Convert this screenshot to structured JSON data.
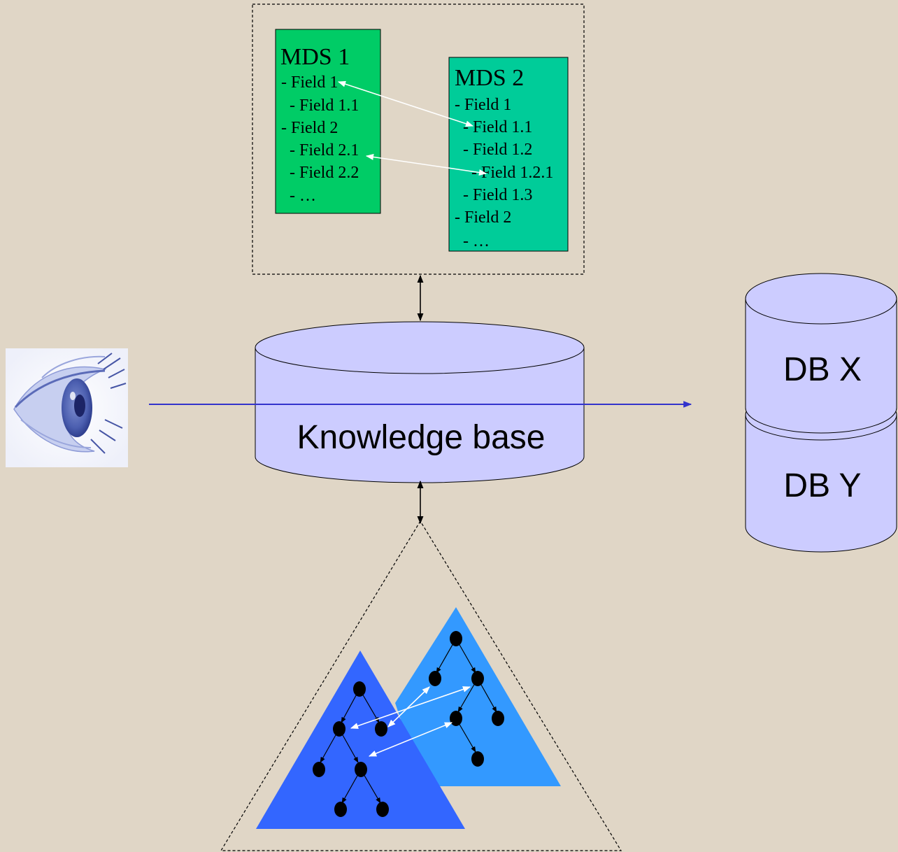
{
  "mds1": {
    "title": "MDS 1",
    "lines": [
      "- Field 1",
      "  - Field 1.1",
      "- Field 2",
      "  - Field 2.1",
      "  - Field 2.2",
      "  - …"
    ],
    "fill": "#00cc66"
  },
  "mds2": {
    "title": "MDS 2",
    "lines": [
      "- Field 1",
      "  - Field 1.1",
      "  - Field 1.2",
      "    - Field 1.2.1",
      "  - Field 1.3",
      "- Field 2",
      "  - …"
    ],
    "fill": "#00cc99"
  },
  "knowledge_base": {
    "label": "Knowledge base",
    "fill": "#ccccff"
  },
  "databases": {
    "top_label": "DB X",
    "bottom_label": "DB Y",
    "fill": "#ccccff"
  },
  "colors": {
    "background": "#e0d6c6",
    "query_line": "#3333cc",
    "tree_left": "#3366ff",
    "tree_right": "#3399ff",
    "mapping_arrows": "#ffffff"
  },
  "icons": {
    "user": "eye-icon"
  }
}
